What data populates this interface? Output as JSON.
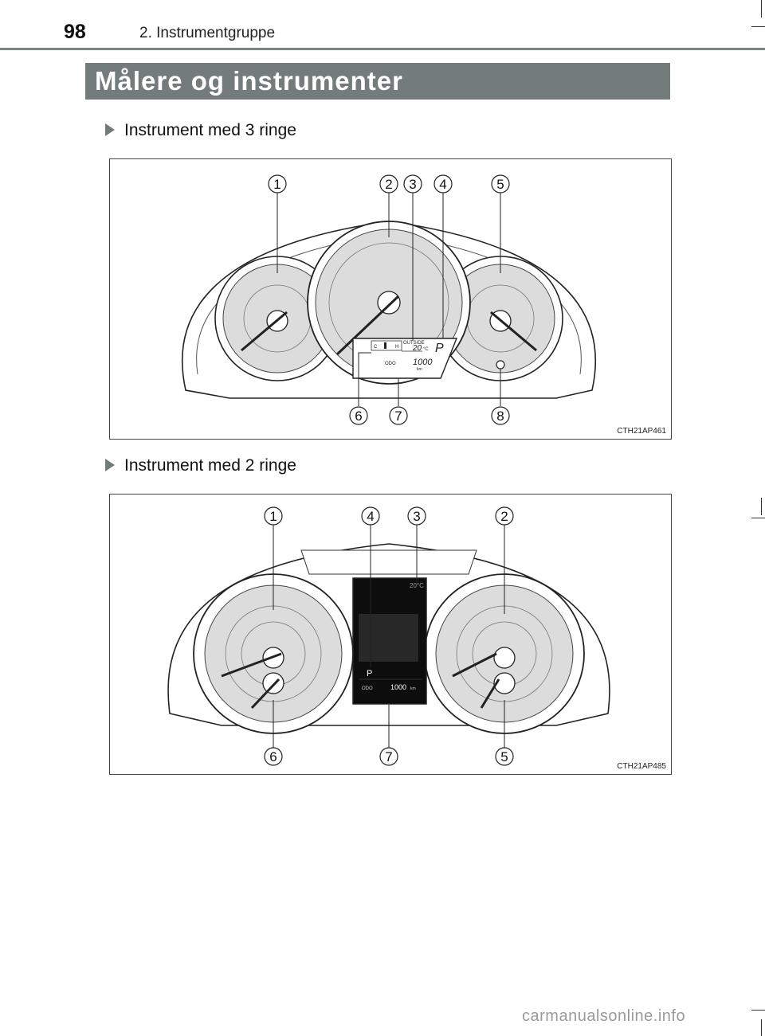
{
  "header": {
    "page_number": "98",
    "chapter": "2. Instrumentgruppe"
  },
  "section": {
    "title": "Målere og instrumenter"
  },
  "figures": [
    {
      "heading": "Instrument med 3 ringe",
      "code": "CTH21AP461",
      "callouts": [
        "1",
        "2",
        "3",
        "4",
        "5",
        "6",
        "7",
        "8"
      ],
      "display": {
        "temp_cold": "C",
        "temp_hot": "H",
        "outside_label": "OUTSIDE",
        "outside_temp": "20",
        "temp_unit": "°C",
        "shift_position": "P",
        "odo_label": "ODO",
        "odo_value": "1000",
        "odo_unit": "km"
      }
    },
    {
      "heading": "Instrument med 2 ringe",
      "code": "CTH21AP485",
      "callouts": [
        "1",
        "4",
        "3",
        "2",
        "6",
        "7",
        "5"
      ],
      "display": {
        "outside_temp": "20°C",
        "shift_position": "P",
        "odo_label": "ODO",
        "odo_value": "1000",
        "odo_unit": "km"
      }
    }
  ],
  "footer": {
    "watermark": "carmanualsonline.info"
  }
}
